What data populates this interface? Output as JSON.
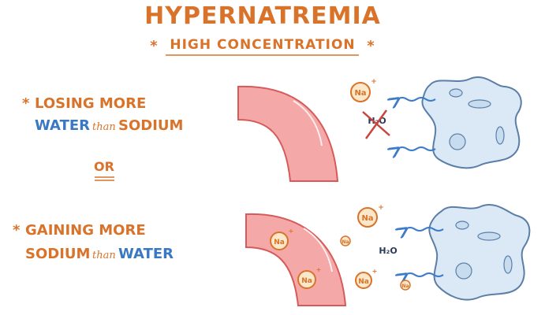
{
  "title": "HYPERNATREMIA",
  "subtitle": "HIGH CONCENTRATION",
  "subtitle_star": "*",
  "scenario_1": {
    "star": "*",
    "line1": "LOSING MORE",
    "line2_a": "WATER",
    "line2_b": "than",
    "line2_c": "SODIUM"
  },
  "connector": "OR",
  "scenario_2": {
    "star": "*",
    "line1": "GAINING MORE",
    "line2_a": "SODIUM",
    "line2_b": "than",
    "line2_c": "WATER"
  },
  "labels": {
    "sodium": "Na",
    "sodium_charge": "+",
    "water": "H₂O"
  },
  "colors": {
    "orange": "#d9732a",
    "blue": "#3b78c4",
    "vessel_fill": "#f5a8a8",
    "vessel_stroke": "#d65a5a",
    "cell_fill": "#dbe9f6",
    "cell_stroke": "#5b7ea6",
    "cross_red": "#c8453e",
    "arrow_blue": "#3d7bc8",
    "navy": "#2a3a5a"
  }
}
